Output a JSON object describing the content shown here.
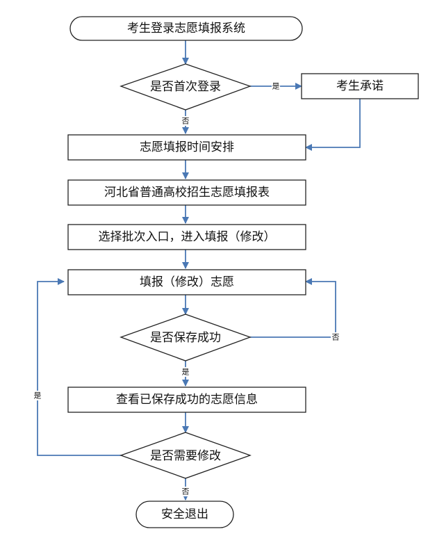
{
  "nodes": {
    "start": "考生登录志愿填报系统",
    "first_login": "是否首次登录",
    "promise": "考生承诺",
    "schedule": "志愿填报时间安排",
    "form_table": "河北省普通高校招生志愿填报表",
    "select_batch": "选择批次入口，进入填报（修改）",
    "fill": "填报（修改）志愿",
    "saved_ok": "是否保存成功",
    "view_saved": "查看已保存成功的志愿信息",
    "need_modify": "是否需要修改",
    "exit": "安全退出"
  },
  "edge_labels": {
    "first_login_yes": "是",
    "first_login_no": "否",
    "saved_no": "否",
    "saved_yes": "是",
    "modify_yes": "是",
    "modify_no": "否"
  },
  "colors": {
    "arrow": "#4a78b4",
    "border": "#222222"
  }
}
